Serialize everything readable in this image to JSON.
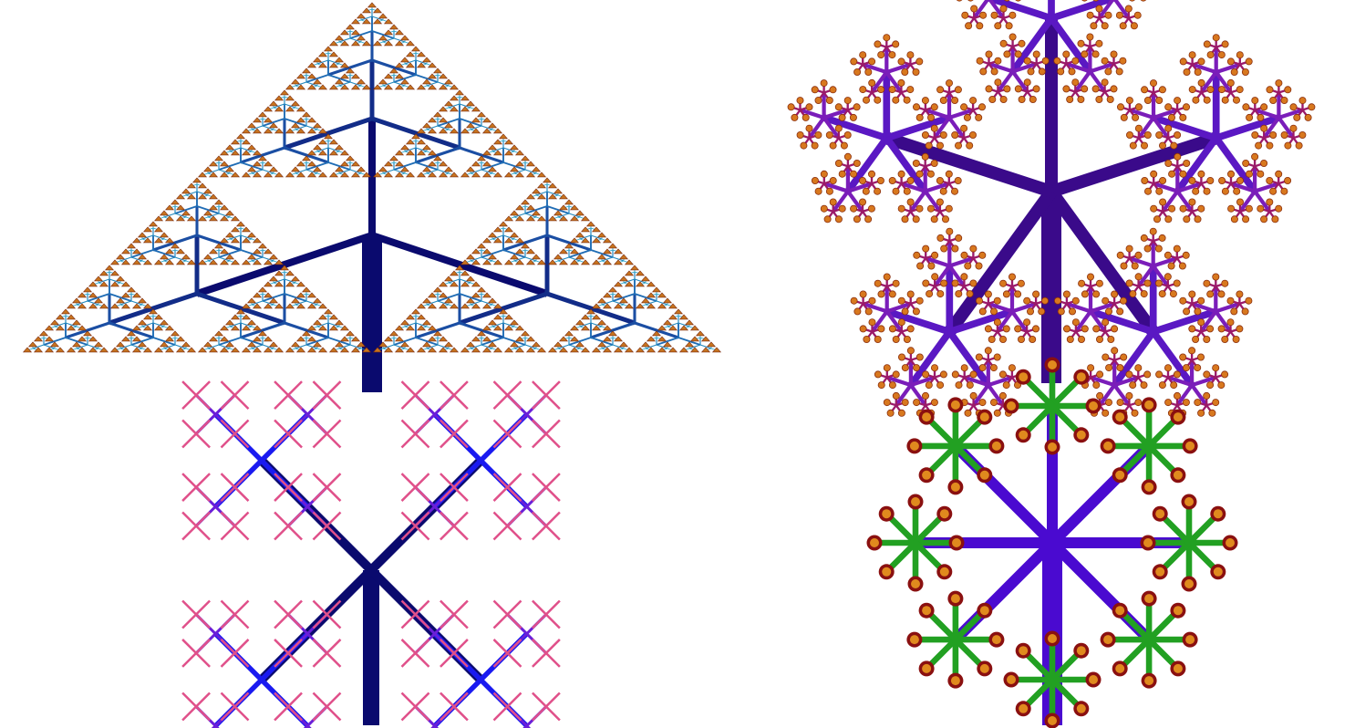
{
  "image": {
    "kind": "fractal-tree-collage",
    "background": "#ffffff"
  },
  "panels": [
    {
      "id": "sierpinski-tree",
      "branches_per_node": 3,
      "depth": 7,
      "spread_degrees": 180,
      "length_ratio": 0.5,
      "colors": {
        "trunk": "#0a0a6e",
        "mid": "#1f5fb0",
        "fine": "#22a3c8",
        "tip_fill": "#c8741e",
        "tip_stroke": "#7a2a10"
      }
    },
    {
      "id": "pentagon-tree",
      "branches_per_node": 5,
      "depth": 5,
      "spread_degrees": 360,
      "length_ratio": 0.382,
      "colors": {
        "trunk": "#3a0a8a",
        "mid": "#6a1fe0",
        "fine": "#9b1a6a",
        "tip_fill": "#d8781e",
        "tip_stroke": "#8a2e0e"
      }
    },
    {
      "id": "x-tree",
      "branches_per_node": 4,
      "depth": 4,
      "spread_degrees": 360,
      "length_ratio": 0.42,
      "colors": {
        "trunk": "#0a0a6e",
        "mid": "#1a1af0",
        "fine": "#6a1fd8",
        "tip_fill": "#e0508a",
        "tip_stroke": "#9a2050"
      }
    },
    {
      "id": "flower-tree",
      "branches_per_node": 8,
      "depth": 3,
      "spread_degrees": 360,
      "length_ratio": 0.3,
      "colors": {
        "trunk": "#4a0ad0",
        "mid": "#0a3ab0",
        "fine": "#22a022",
        "tip_fill": "#e08a1e",
        "tip_stroke": "#8a1010"
      }
    }
  ]
}
